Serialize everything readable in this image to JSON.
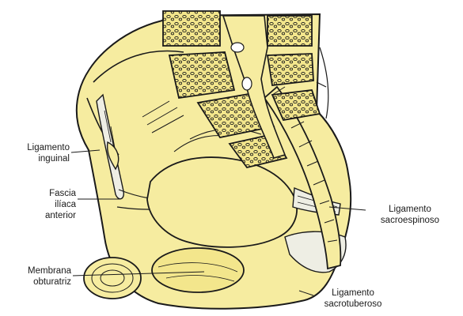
{
  "colors": {
    "bone": "#f6eca0",
    "bone_shadow": "#ede08a",
    "ligament": "#eeeee4",
    "outline": "#1a1a1a",
    "spongy": "#f3e68c"
  },
  "labels": {
    "inguinal_ligament": {
      "line1": "Ligamento",
      "line2": "inguinal"
    },
    "fascia_iliaca": {
      "line1": "Fascia",
      "line2": "ilíaca",
      "line3": "anterior"
    },
    "obturator_membrane": {
      "line1": "Membrana",
      "line2": "obturatriz"
    },
    "sacrospinous_ligament": {
      "line1": "Ligamento",
      "line2": "sacroespinoso"
    },
    "sacrotuberous_ligament": {
      "line1": "Ligamento",
      "line2": "sacrotuberoso"
    }
  }
}
